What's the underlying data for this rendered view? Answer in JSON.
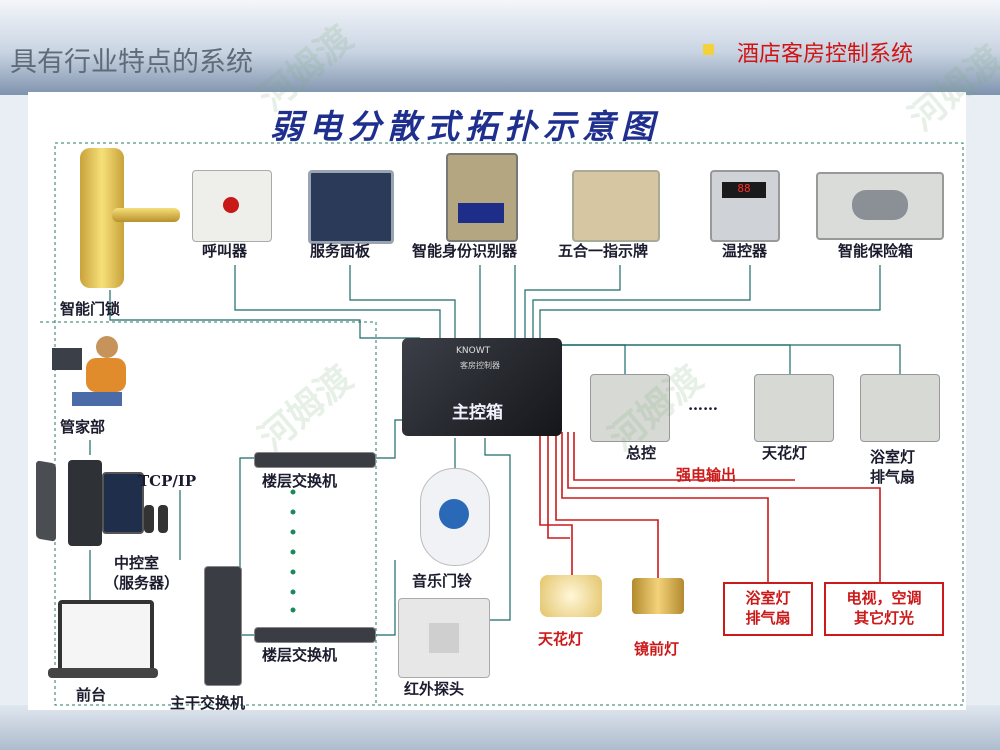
{
  "header": {
    "section_title": "具有行业特点的系统",
    "title": "酒店客房控制系统"
  },
  "diagram": {
    "title": "弱电分散式拓扑示意图",
    "main_box_label": "主控箱",
    "controller_brand": "KNOWT",
    "controller_text": "客房控制器",
    "thermostat_display": "88",
    "devices": {
      "door_lock": "智能门锁",
      "call_button": "呼叫器",
      "service_panel": "服务面板",
      "id_reader": "智能身份识别器",
      "indicator": "五合一指示牌",
      "thermostat": "温控器",
      "safe": "智能保险箱",
      "butler": "管家部",
      "central_control": "中控室",
      "central_control_sub": "（服务器）",
      "tcpip": "TCP/IP",
      "floor_switch_1": "楼层交换机",
      "floor_switch_2": "楼层交换机",
      "trunk_switch": "主干交换机",
      "front_desk": "前台",
      "doorbell": "音乐门铃",
      "infrared": "红外探头",
      "master_switch": "总控",
      "ceiling_light_switch": "天花灯",
      "bath_switch_line1": "浴室灯",
      "bath_switch_line2": "排气扇",
      "ellipsis": "……",
      "strong_output": "强电输出",
      "ceiling_lamp": "天花灯",
      "mirror_lamp": "镜前灯",
      "bath_box_line1": "浴室灯",
      "bath_box_line2": "排气扇",
      "tv_box_line1": "电视，空调",
      "tv_box_line2": "其它灯光"
    }
  },
  "watermark": "河姆渡",
  "colors": {
    "title_blue": "#1f2f8e",
    "accent_red": "#cc1a1a",
    "bullet_yellow": "#f2d13a"
  }
}
